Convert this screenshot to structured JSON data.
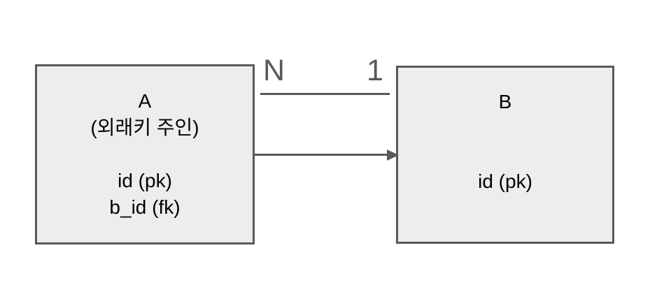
{
  "diagram": {
    "entities": [
      {
        "name": "A",
        "lines": [
          "A",
          "(외래키 주인)",
          "",
          "id (pk)",
          "b_id (fk)"
        ]
      },
      {
        "name": "B",
        "lines": [
          "B",
          "",
          "",
          "id (pk)",
          ""
        ]
      }
    ],
    "relationship": {
      "from_cardinality": "N",
      "to_cardinality": "1",
      "direction": "A-to-B"
    }
  },
  "colors": {
    "background": "#ffffff",
    "entity_fill": "#ededed",
    "entity_border": "#595959",
    "entity_text": "#000000",
    "connector": "#595959",
    "cardinality_text": "#595959"
  }
}
